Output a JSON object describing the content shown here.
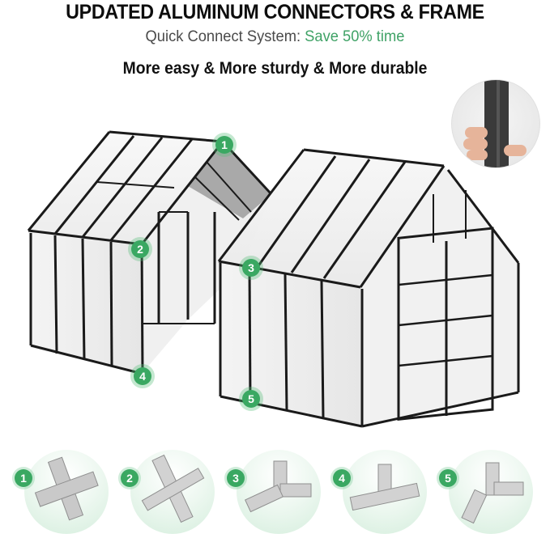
{
  "header": {
    "title": "UPDATED ALUMINUM CONNECTORS & FRAME",
    "subtitle_prefix": "Quick Connect System: ",
    "subtitle_accent": "Save 50% time",
    "tagline": "More easy & More sturdy & More durable"
  },
  "colors": {
    "accent_green": "#3fa266",
    "badge_green": "#3aa862",
    "frame_black": "#1a1a1a"
  },
  "inset": {
    "subject": "hand-holding-aluminum-post"
  },
  "callouts": [
    {
      "label": "1"
    },
    {
      "label": "2"
    },
    {
      "label": "3"
    },
    {
      "label": "4"
    },
    {
      "label": "5"
    }
  ],
  "connectors": [
    {
      "label": "1",
      "shape": "four-way-cross"
    },
    {
      "label": "2",
      "shape": "four-way-cross-angled"
    },
    {
      "label": "3",
      "shape": "three-way-corner"
    },
    {
      "label": "4",
      "shape": "t-junction"
    },
    {
      "label": "5",
      "shape": "three-way-corner-down"
    }
  ]
}
